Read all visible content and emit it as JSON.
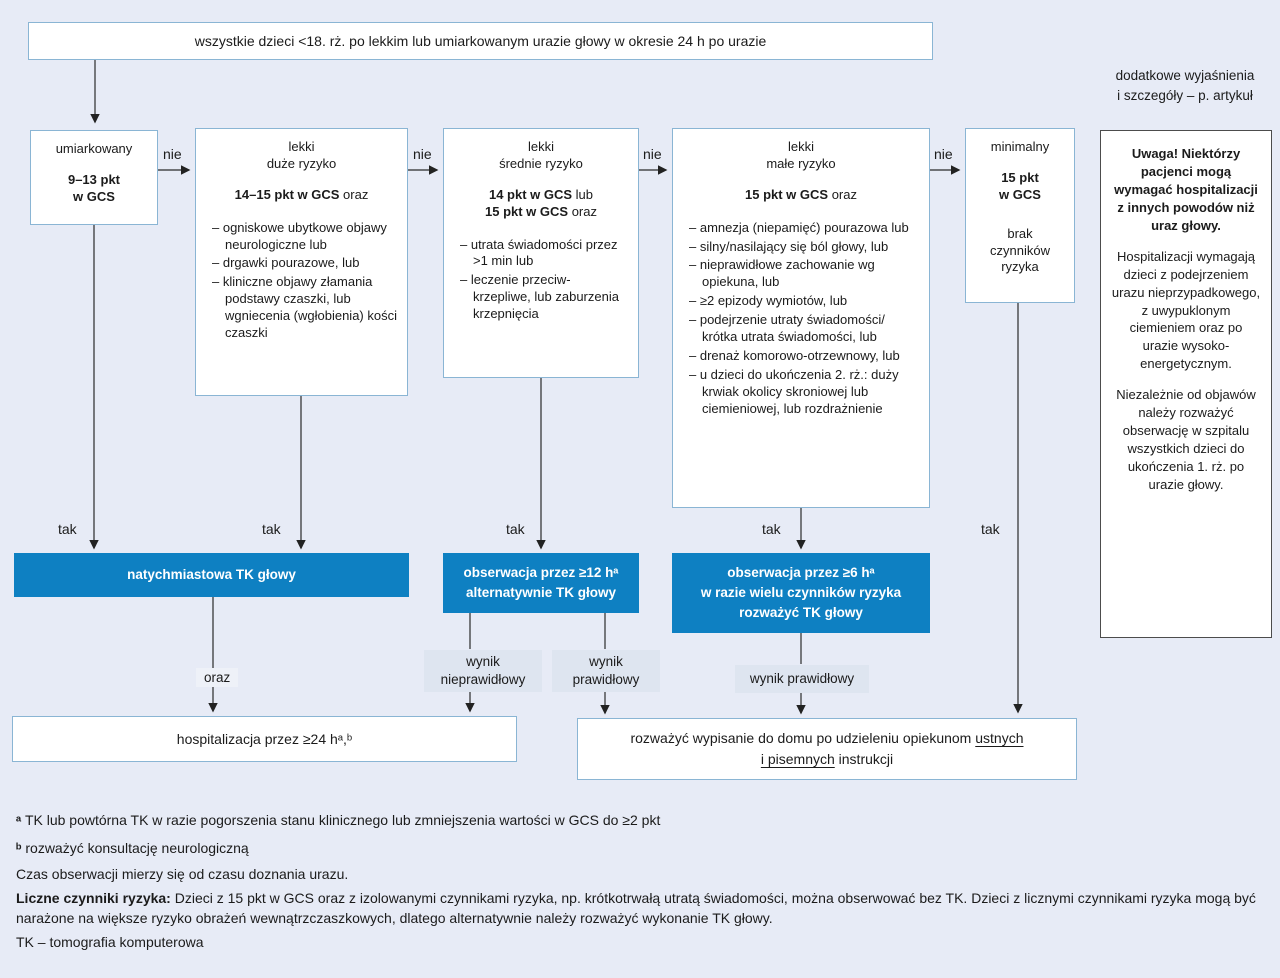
{
  "colors": {
    "page_background": "#e7ebf6",
    "box_border_blue": "#8ab5d4",
    "action_blue": "#0e80c2",
    "action_text": "#ffffff",
    "result_chip_background": "#dee5f0",
    "sidebar_border": "#4c4c4c",
    "text": "#1b1b1b"
  },
  "entry": {
    "text": "wszystkie dzieci <18. rż. po lekkim lub umiarkowanym urazie głowy w okresie 24 h po urazie"
  },
  "note_top_right": {
    "text": "dodatkowe wyjaśnienia\ni szczegóły – p. artykuł"
  },
  "edge_labels": {
    "no": "nie",
    "yes": "tak",
    "and": "oraz"
  },
  "severity_boxes": {
    "moderate": {
      "title": "umiarkowany",
      "gcs_bold": "9–13 pkt\nw GCS"
    },
    "mild_high": {
      "title": "lekki\nduże ryzyko",
      "gcs_bold": "14–15 pkt w GCS",
      "gcs_rest": " oraz",
      "criteria": [
        "ogniskowe ubytkowe objawy neurologiczne lub",
        "drgawki pourazowe, lub",
        "kliniczne objawy złamania podstawy czaszki, lub wgniecenia (wgłobienia) kości czaszki"
      ]
    },
    "mild_medium": {
      "title": "lekki\nśrednie ryzyko",
      "gcs_line1_bold": "14 pkt w GCS",
      "gcs_line1_rest": " lub",
      "gcs_line2_bold": "15 pkt w GCS",
      "gcs_line2_rest": " oraz",
      "criteria": [
        "utrata świadomości przez >1 min lub",
        "leczenie przeciw-krzepliwe, lub zaburzenia krzepnięcia"
      ]
    },
    "mild_low": {
      "title": "lekki\nmałe ryzyko",
      "gcs_bold": "15 pkt w GCS",
      "gcs_rest": " oraz",
      "criteria": [
        "amnezja (niepamięć) pourazowa lub",
        "silny/nasilający się ból głowy, lub",
        "nieprawidłowe zachowanie wg opiekuna, lub",
        "≥2 epizody wymiotów, lub",
        "podejrzenie utraty świadomości/ krótka utrata świadomości, lub",
        "drenaż komorowo-otrzewnowy, lub",
        "u dzieci do ukończenia 2. rż.: duży krwiak okolicy skroniowej lub ciemieniowej, lub rozdrażnienie"
      ]
    },
    "minimal": {
      "title": "minimalny",
      "gcs_bold": "15 pkt\nw GCS",
      "extra": "brak\nczynników\nryzyka"
    }
  },
  "sidebar_note": {
    "p1": "Uwaga! Niektórzy pacjenci mogą wymagać hospitalizacji z innych powodów niż uraz głowy.",
    "p2": "Hospitalizacji wymagają dzieci z podejrzeniem urazu nieprzypadkowego, z uwypuklonym ciemieniem oraz po urazie wysoko-energetycznym.",
    "p3": "Niezależnie od objawów należy rozważyć obserwację w szpitalu wszystkich dzieci do ukończenia 1. rż. po urazie głowy."
  },
  "action_boxes": {
    "immediate_ct": "natychmiastowa TK głowy",
    "observe_12h": "obserwacja przez ≥12 hᵃ\nalternatywnie TK głowy",
    "observe_6h": "obserwacja przez ≥6 hᵃ\nw razie wielu czynników ryzyka\nrozważyć TK głowy"
  },
  "result_labels": {
    "abnormal": "wynik\nnieprawidłowy",
    "normal": "wynik\nprawidłowy",
    "normal_single_line": "wynik prawidłowy"
  },
  "outcome_boxes": {
    "hospitalization": "hospitalizacja przez ≥24 hᵃ,ᵇ",
    "discharge_pre": "rozważyć wypisanie do domu po udzieleniu opiekunom",
    "discharge_underlined_1": "ustnych",
    "discharge_underlined_2": "i pisemnych",
    "discharge_post": "instrukcji"
  },
  "footnotes": {
    "a_marker": "ᵃ",
    "a_text": "TK lub powtórna TK w razie pogorszenia stanu klinicznego lub zmniejszenia wartości w GCS do ≥2 pkt",
    "b_marker": "ᵇ",
    "b_text": "rozważyć konsultację neurologiczną",
    "observation_time": "Czas obserwacji mierzy się od czasu doznania urazu.",
    "risk_bold": "Liczne czynniki ryzyka:",
    "risk_text": " Dzieci z 15 pkt w GCS oraz z izolowanymi czynnikami ryzyka, np. krótkotrwałą utratą świadomości, można obserwować bez TK. Dzieci z licznymi czynnikami ryzyka mogą być narażone na większe ryzyko obrażeń wewnątrzczaszkowych, dlatego alternatywnie należy rozważyć wykonanie TK głowy.",
    "tk_abbreviation": "TK – tomografia komputerowa"
  }
}
